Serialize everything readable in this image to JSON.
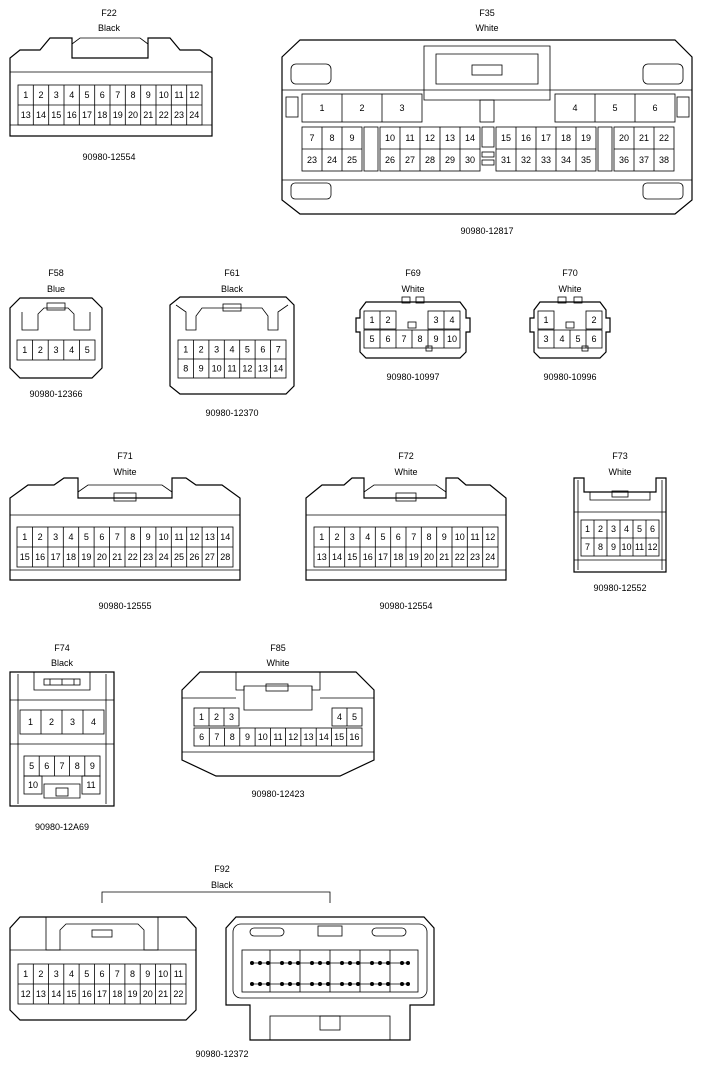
{
  "connectors": [
    {
      "id": "F22",
      "color": "Black",
      "part": "90980-12554",
      "rows": [
        [
          "1",
          "2",
          "3",
          "4",
          "5",
          "6",
          "7",
          "8",
          "9",
          "10",
          "11",
          "12"
        ],
        [
          "13",
          "14",
          "15",
          "16",
          "17",
          "18",
          "19",
          "20",
          "21",
          "22",
          "23",
          "24"
        ]
      ]
    },
    {
      "id": "F35",
      "color": "White",
      "part": "90980-12817",
      "rows": [
        [
          "1",
          "2",
          "3",
          "4",
          "5",
          "6"
        ],
        [
          "7",
          "8",
          "9",
          "10",
          "11",
          "12",
          "13",
          "14",
          "15",
          "16",
          "17",
          "18",
          "19",
          "20",
          "21",
          "22"
        ],
        [
          "23",
          "24",
          "25",
          "26",
          "27",
          "28",
          "29",
          "30",
          "31",
          "32",
          "33",
          "34",
          "35",
          "36",
          "37",
          "38"
        ]
      ]
    },
    {
      "id": "F58",
      "color": "Blue",
      "part": "90980-12366",
      "rows": [
        [
          "1",
          "2",
          "3",
          "4",
          "5"
        ]
      ]
    },
    {
      "id": "F61",
      "color": "Black",
      "part": "90980-12370",
      "rows": [
        [
          "1",
          "2",
          "3",
          "4",
          "5",
          "6",
          "7"
        ],
        [
          "8",
          "9",
          "10",
          "11",
          "12",
          "13",
          "14"
        ]
      ]
    },
    {
      "id": "F69",
      "color": "White",
      "part": "90980-10997",
      "rows": [
        [
          "1",
          "2",
          "3",
          "4"
        ],
        [
          "5",
          "6",
          "7",
          "8",
          "9",
          "10"
        ]
      ]
    },
    {
      "id": "F70",
      "color": "White",
      "part": "90980-10996",
      "rows": [
        [
          "1",
          "2"
        ],
        [
          "3",
          "4",
          "5",
          "6"
        ]
      ]
    },
    {
      "id": "F71",
      "color": "White",
      "part": "90980-12555",
      "rows": [
        [
          "1",
          "2",
          "3",
          "4",
          "5",
          "6",
          "7",
          "8",
          "9",
          "10",
          "11",
          "12",
          "13",
          "14"
        ],
        [
          "15",
          "16",
          "17",
          "18",
          "19",
          "20",
          "21",
          "22",
          "23",
          "24",
          "25",
          "26",
          "27",
          "28"
        ]
      ]
    },
    {
      "id": "F72",
      "color": "White",
      "part": "90980-12554",
      "rows": [
        [
          "1",
          "2",
          "3",
          "4",
          "5",
          "6",
          "7",
          "8",
          "9",
          "10",
          "11",
          "12"
        ],
        [
          "13",
          "14",
          "15",
          "16",
          "17",
          "18",
          "19",
          "20",
          "21",
          "22",
          "23",
          "24"
        ]
      ]
    },
    {
      "id": "F73",
      "color": "White",
      "part": "90980-12552",
      "rows": [
        [
          "1",
          "2",
          "3",
          "4",
          "5",
          "6"
        ],
        [
          "7",
          "8",
          "9",
          "10",
          "11",
          "12"
        ]
      ]
    },
    {
      "id": "F74",
      "color": "Black",
      "part": "90980-12A69",
      "rows": [
        [
          "1",
          "2",
          "3",
          "4"
        ],
        [
          "5",
          "6",
          "7",
          "8",
          "9"
        ],
        [
          "10",
          "11"
        ]
      ]
    },
    {
      "id": "F85",
      "color": "White",
      "part": "90980-12423",
      "rows": [
        [
          "1",
          "2",
          "3",
          "4",
          "5"
        ],
        [
          "6",
          "7",
          "8",
          "9",
          "10",
          "11",
          "12",
          "13",
          "14",
          "15",
          "16"
        ]
      ]
    },
    {
      "id": "F92",
      "color": "Black",
      "part": "90980-12372",
      "rows": [
        [
          "1",
          "2",
          "3",
          "4",
          "5",
          "6",
          "7",
          "8",
          "9",
          "10",
          "11"
        ],
        [
          "12",
          "13",
          "14",
          "15",
          "16",
          "17",
          "18",
          "19",
          "20",
          "21",
          "22"
        ]
      ]
    }
  ]
}
